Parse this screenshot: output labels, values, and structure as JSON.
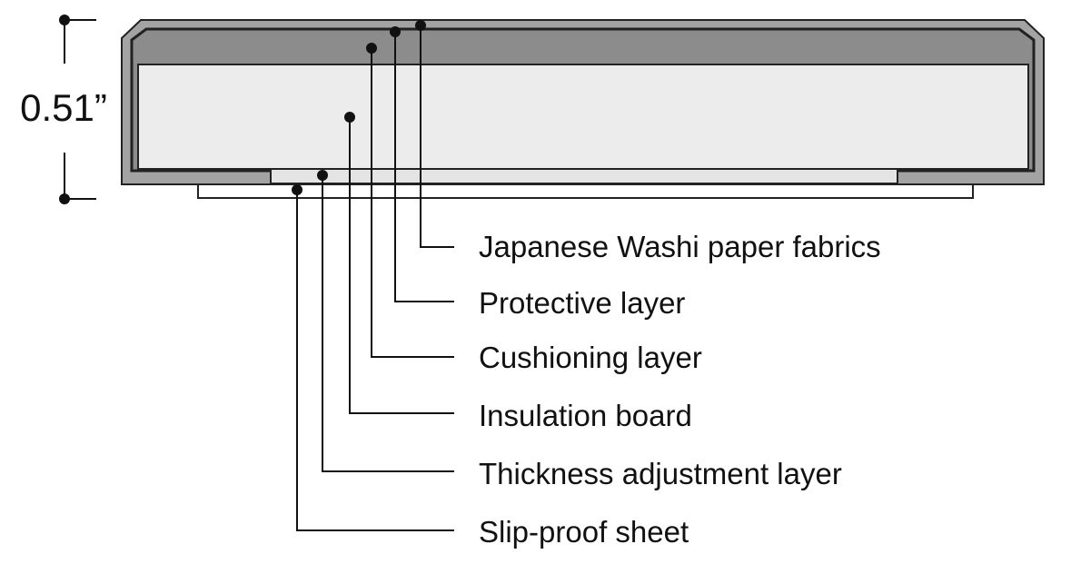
{
  "dimension": {
    "value": "0.51”"
  },
  "layers": [
    {
      "id": "washi",
      "label": "Japanese Washi paper fabrics"
    },
    {
      "id": "protective",
      "label": "Protective layer"
    },
    {
      "id": "cushioning",
      "label": "Cushioning layer"
    },
    {
      "id": "insulation",
      "label": "Insulation board"
    },
    {
      "id": "thickness",
      "label": "Thickness adjustment layer"
    },
    {
      "id": "slip",
      "label": "Slip-proof sheet"
    }
  ],
  "colors": {
    "outer_frame": "#a3a3a3",
    "protective_band": "#8c8c8c",
    "core": "#ececec",
    "inner_strip": "#e4e4e4",
    "base_sheet": "#ffffff",
    "outline": "#222222"
  }
}
